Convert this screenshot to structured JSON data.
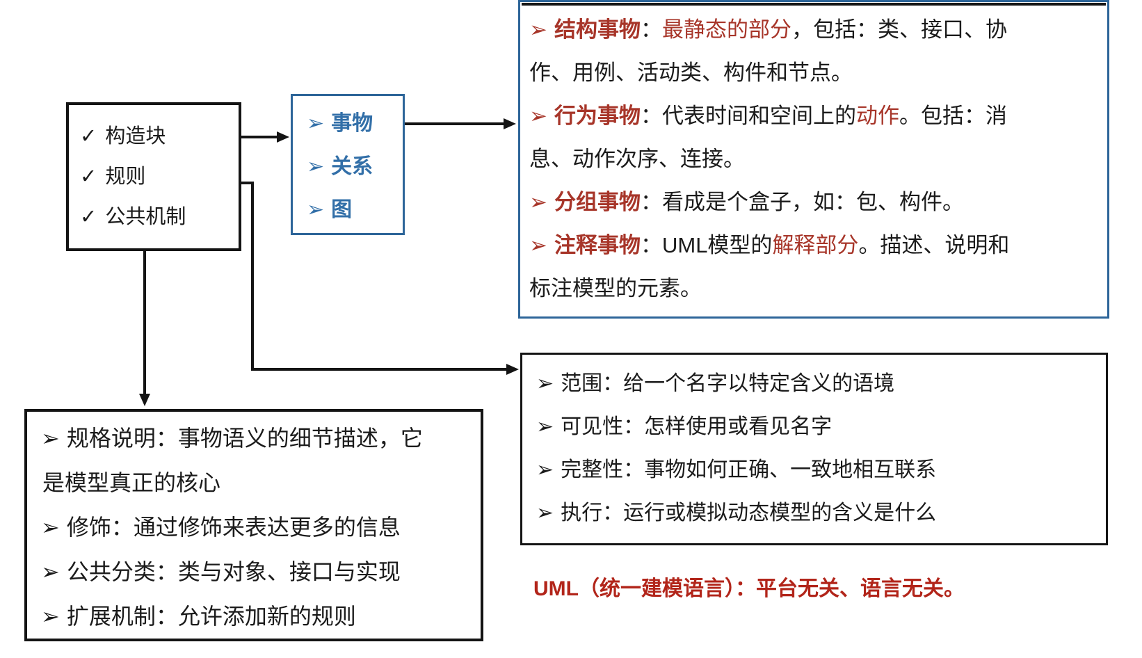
{
  "glyphs": {
    "check": "✓",
    "bullet": "➢"
  },
  "colors": {
    "red_accent": "#a73529",
    "caption_red": "#b2251a",
    "blue_border": "#2d6599",
    "blue_text": "#326fa8",
    "box_border_black": "#141414"
  },
  "left_box": {
    "items": [
      {
        "label": "构造块"
      },
      {
        "label": "规则"
      },
      {
        "label": "公共机制"
      }
    ]
  },
  "blue_box": {
    "items": [
      {
        "label": "事物"
      },
      {
        "label": "关系"
      },
      {
        "label": "图"
      }
    ]
  },
  "things_box": {
    "lines": [
      {
        "runs": [
          {
            "t": "结构事物"
          },
          {
            "t": "："
          },
          {
            "t": "最静态的部分"
          },
          {
            "t": "，包括：类、接口、协"
          }
        ]
      },
      {
        "runs": [
          {
            "t": "作、用例、活动类、构件和节点。"
          }
        ]
      },
      {
        "runs": [
          {
            "t": "行为事物"
          },
          {
            "t": "：代表时间和空间上的"
          },
          {
            "t": "动作"
          },
          {
            "t": "。包括：消"
          }
        ]
      },
      {
        "runs": [
          {
            "t": "息、动作次序、连接。"
          }
        ]
      },
      {
        "runs": [
          {
            "t": "分组事物"
          },
          {
            "t": "：看成是个盒子，如：包、构件。"
          }
        ]
      },
      {
        "runs": [
          {
            "t": "注释事物"
          },
          {
            "t": "：UML模型的"
          },
          {
            "t": "解释部分"
          },
          {
            "t": "。描述、说明和"
          }
        ]
      },
      {
        "runs": [
          {
            "t": "标注模型的元素。"
          }
        ]
      }
    ]
  },
  "rules_box": {
    "lines": [
      {
        "text": "范围：给一个名字以特定含义的语境"
      },
      {
        "text": "可见性：怎样使用或看见名字"
      },
      {
        "text": "完整性：事物如何正确、一致地相互联系"
      },
      {
        "text": "执行：运行或模拟动态模型的含义是什么"
      }
    ]
  },
  "mech_box": {
    "lines": [
      {
        "text": "规格说明：事物语义的细节描述，它"
      },
      {
        "text": "是模型真正的核心"
      },
      {
        "text": "修饰：通过修饰来表达更多的信息"
      },
      {
        "text": "公共分类：类与对象、接口与实现"
      },
      {
        "text": "扩展机制：允许添加新的规则"
      }
    ]
  },
  "caption": {
    "text": "UML（统一建模语言）：平台无关、语言无关。"
  }
}
